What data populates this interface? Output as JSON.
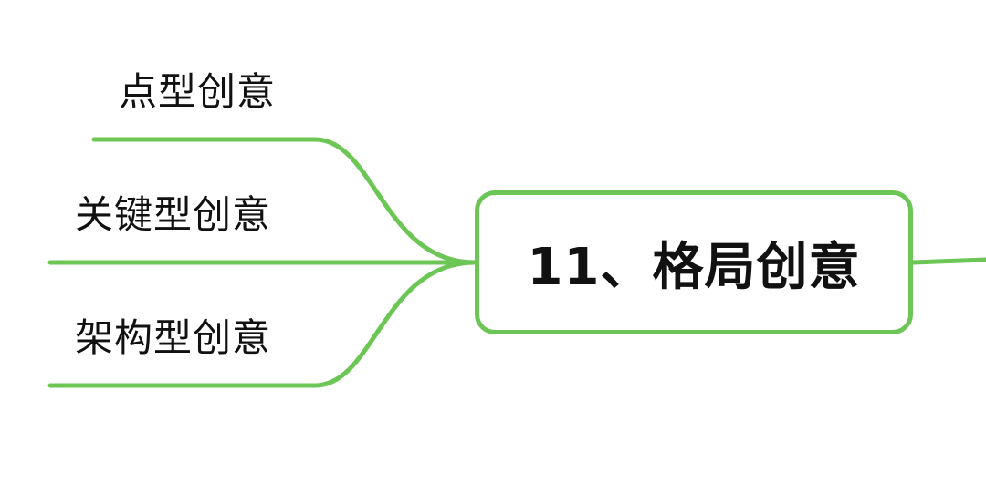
{
  "colors": {
    "connector": "#6cc655",
    "text": "#111111",
    "background": "#ffffff"
  },
  "central_topic": {
    "title": "11、格局创意"
  },
  "branches": [
    {
      "label": "点型创意"
    },
    {
      "label": "关键型创意"
    },
    {
      "label": "架构型创意"
    }
  ]
}
